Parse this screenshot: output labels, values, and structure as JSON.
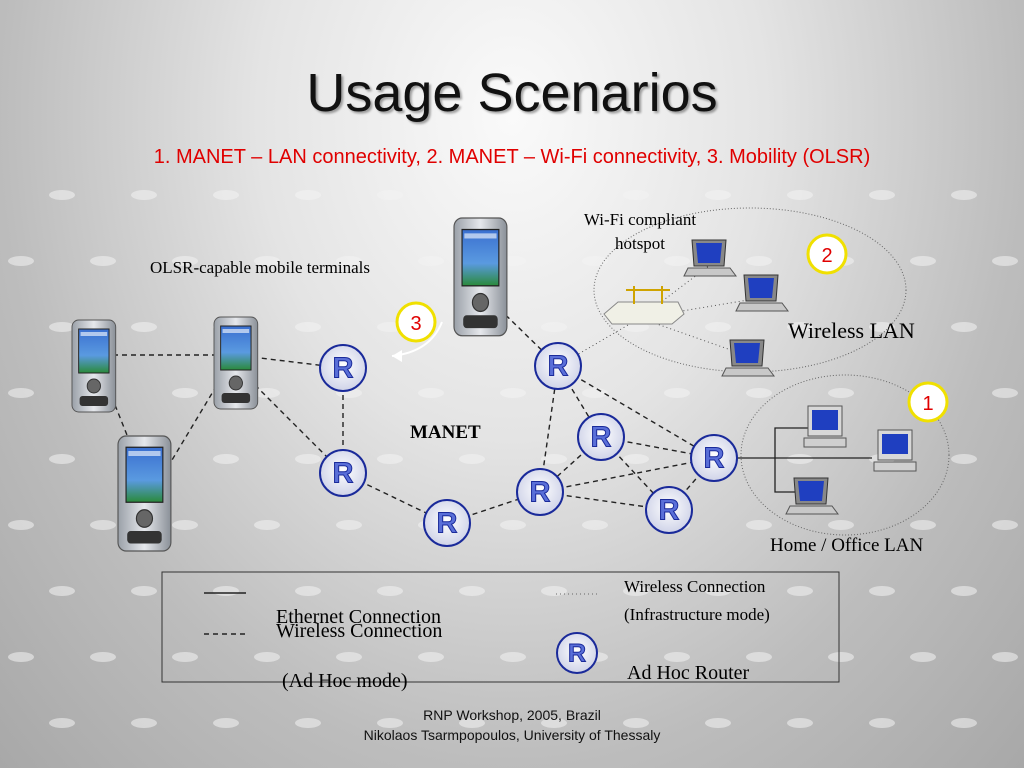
{
  "slide": {
    "title": "Usage Scenarios",
    "subtitle": "1. MANET – LAN connectivity, 2. MANET – Wi-Fi connectivity, 3. Mobility (OLSR)"
  },
  "labels": {
    "olsr_terminals": "OLSR-capable mobile terminals",
    "wifi_hotspot_line1": "Wi-Fi compliant",
    "wifi_hotspot_line2": "hotspot",
    "wireless_lan": "Wireless LAN",
    "manet": "MANET",
    "home_office_lan": "Home / Office LAN"
  },
  "markers": {
    "scenario1": "1",
    "scenario2": "2",
    "scenario3": "3"
  },
  "router_letter": "R",
  "legend": {
    "ethernet": "Ethernet Connection",
    "adhoc_line1": "Wireless Connection",
    "adhoc_line2": "(Ad Hoc mode)",
    "infra_line1": "Wireless Connection",
    "infra_line2": "(Infrastructure mode)",
    "router": "Ad Hoc Router"
  },
  "footer": {
    "line1": "RNP Workshop, 2005, Brazil",
    "line2": "Nikolaos Tsarmpopoulos, University of Thessaly"
  },
  "colors": {
    "subtitle": "#e00000",
    "marker_ring": "#f0e000",
    "marker_text": "#e00000",
    "router_fill": "#5a6fd8"
  }
}
